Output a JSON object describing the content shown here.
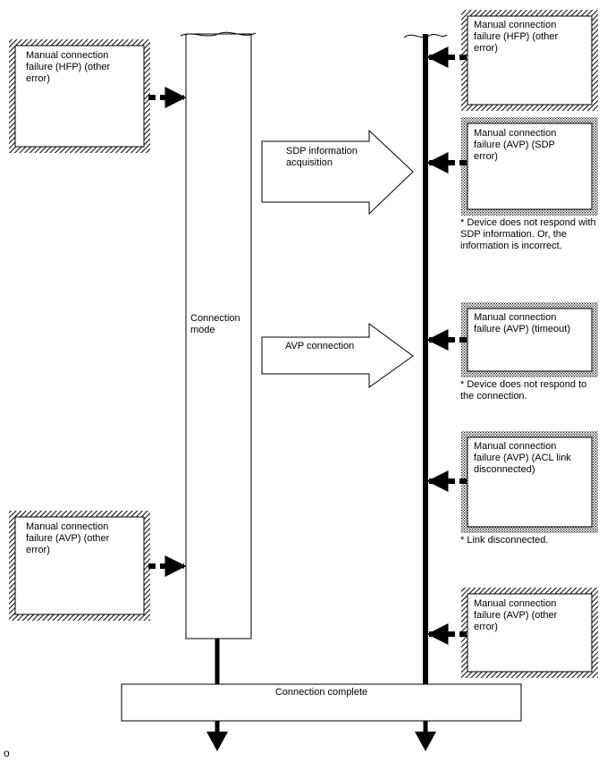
{
  "boxes": {
    "left_top": "Manual connection\nfailure (HFP) (other\nerror)",
    "left_bottom": "Manual connection\nfailure (AVP) (other\nerror)",
    "right_1": "Manual connection\nfailure (HFP) (other\nerror)",
    "right_2": "Manual connection\nfailure (AVP) (SDP\nerror)",
    "right_3": "Manual connection\nfailure (AVP) (timeout)",
    "right_4": "Manual connection\nfailure (AVP) (ACL link\ndisconnected)",
    "right_5": "Manual connection\nfailure (AVP) (other\nerror)"
  },
  "notes": {
    "sdp": "* Device does not respond with\nSDP information. Or, the\ninformation is incorrect.",
    "timeout": "* Device does not respond to\nthe connection.",
    "link": "* Link disconnected."
  },
  "arrows": {
    "sdp": "SDP information\nacquisition",
    "avp": "AVP connection"
  },
  "connection_mode": "Connection\nmode",
  "connection_complete": "Connection complete",
  "footer_mark": "o"
}
